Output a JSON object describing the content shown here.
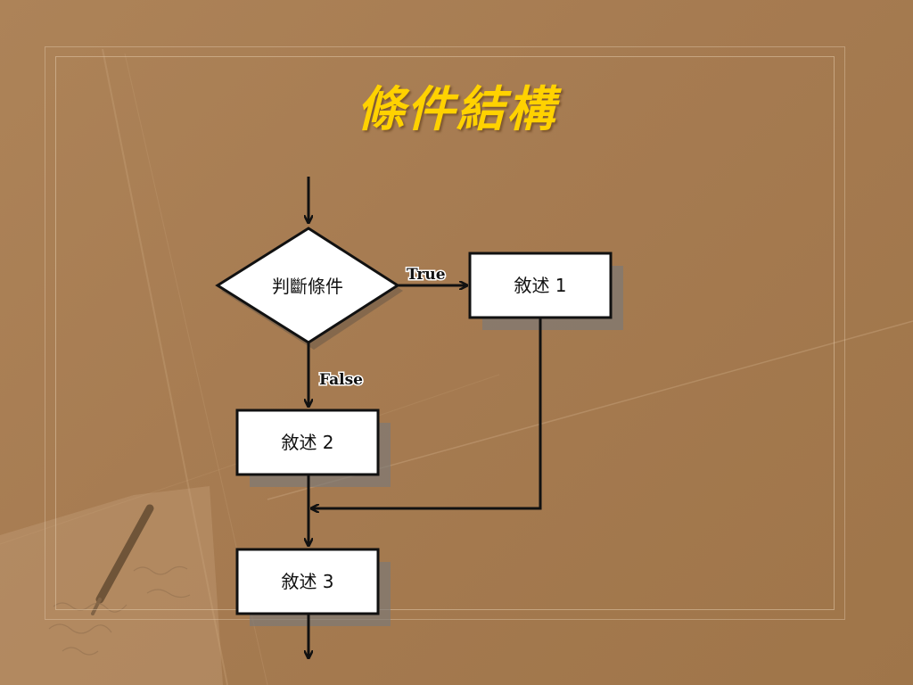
{
  "slide": {
    "title": "條件結構"
  },
  "flowchart": {
    "decision": {
      "label": "判斷條件"
    },
    "statement1": {
      "label": "敘述 1"
    },
    "statement2": {
      "label": "敘述 2"
    },
    "statement3": {
      "label": "敘述 3"
    },
    "edges": {
      "true_label": "True",
      "false_label": "False"
    }
  },
  "colors": {
    "title": "#ffd200",
    "background": "#a77c52",
    "node_fill": "#ffffff",
    "node_stroke": "#111111"
  }
}
